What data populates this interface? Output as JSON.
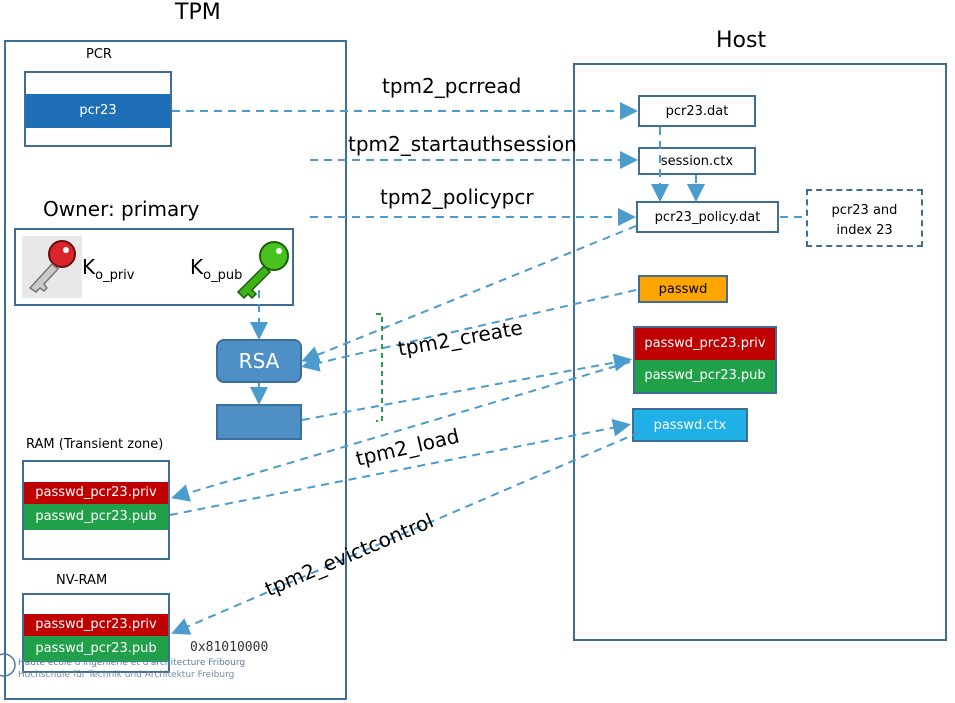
{
  "tpm": {
    "title": "TPM",
    "pcr": {
      "label": "PCR",
      "register": "pcr23"
    },
    "owner": {
      "title": "Owner: primary",
      "k_priv_main": "K",
      "k_priv_sub": "o_priv",
      "k_pub_main": "K",
      "k_pub_sub": "o_pub"
    },
    "rsa": "RSA",
    "ram": {
      "label": "RAM (Transient zone)",
      "priv": "passwd_pcr23.priv",
      "pub": "passwd_pcr23.pub"
    },
    "nvram": {
      "label": "NV-RAM",
      "priv": "passwd_pcr23.priv",
      "pub": "passwd_pcr23.pub",
      "handle": "0x81010000"
    }
  },
  "host": {
    "title": "Host",
    "pcr_dat": "pcr23.dat",
    "session": "session.ctx",
    "policy": "pcr23_policy.dat",
    "policy_note_1": "pcr23 and",
    "policy_note_2": "index 23",
    "passwd": "passwd",
    "obj_priv": "passwd_prc23.priv",
    "obj_pub": "passwd_pcr23.pub",
    "ctx": "passwd.ctx"
  },
  "commands": {
    "pcrread": "tpm2_pcrread",
    "startauth": "tpm2_startauthsession",
    "policypcr": "tpm2_policypcr",
    "create": "tpm2_create",
    "load": "tpm2_load",
    "evict": "tpm2_evictcontrol"
  },
  "footer": {
    "line1": "Haute école d'ingénierie et d'architecture Fribourg",
    "line2": "Hochschule für Technik und Architektur Freiburg"
  },
  "colors": {
    "accent_blue": "#1f6fb8",
    "dark_red": "#c00000",
    "green": "#21a04a",
    "orange": "#ffa500",
    "light_blue": "#1fb0e8",
    "rsa_blue": "#4e8fc6",
    "border": "#3e6e95",
    "arrow": "#4a9ccd"
  }
}
